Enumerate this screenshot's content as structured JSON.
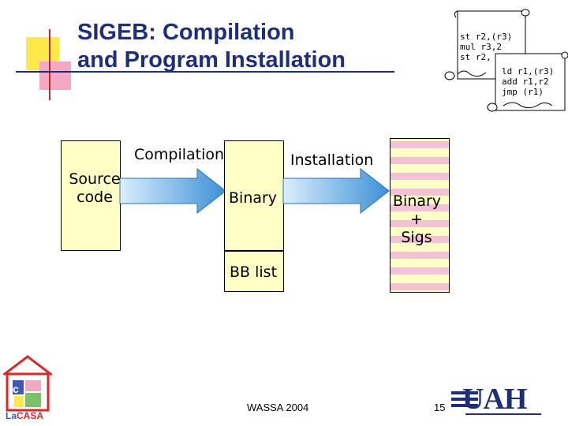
{
  "slide": {
    "title": "SIGEB: Compilation\nand Program Installation",
    "page_number": "15",
    "footer_center": "WASSA 2004"
  },
  "scroll_back": {
    "lines": [
      "st r2,(r3)",
      "mul r3,2",
      "st r2,"
    ]
  },
  "scroll_front": {
    "lines": [
      "ld r1,(r3)",
      "add r1,r2",
      "jmp (r1)"
    ]
  },
  "diagram": {
    "source_label": "Source\ncode",
    "compilation_label": "Compilation",
    "binary_label": "Binary",
    "installation_label": "Installation",
    "binary_sigs_label": "Binary\n+ Sigs",
    "bb_list_label": "BB list"
  },
  "logos": {
    "lacasa_text_la": "La",
    "lacasa_text_casa": "CASA",
    "uah_text": "UAH"
  },
  "colors": {
    "title": "#1f2e7a",
    "box_fill": "#ffffc6",
    "stripe_fill": "#f6c0d6",
    "arrow_fill": "#4da0e0"
  }
}
